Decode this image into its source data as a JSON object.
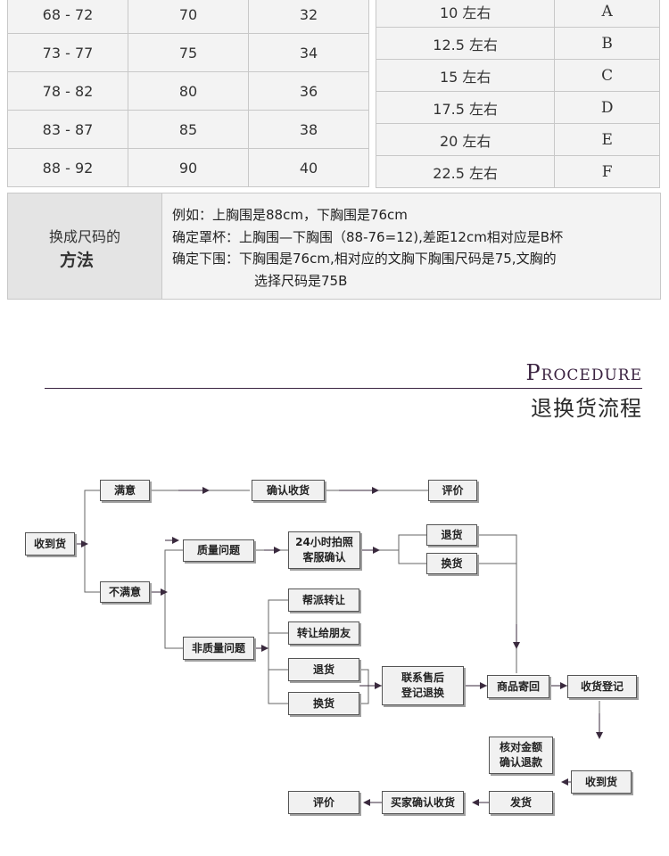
{
  "size_table_left": {
    "rows": [
      [
        "68 - 72",
        "70",
        "32"
      ],
      [
        "73 - 77",
        "75",
        "34"
      ],
      [
        "78 - 82",
        "80",
        "36"
      ],
      [
        "83 - 87",
        "85",
        "38"
      ],
      [
        "88 - 92",
        "90",
        "40"
      ]
    ]
  },
  "size_table_right": {
    "rows": [
      [
        "10 左右",
        "A"
      ],
      [
        "12.5 左右",
        "B"
      ],
      [
        "15 左右",
        "C"
      ],
      [
        "17.5 左右",
        "D"
      ],
      [
        "20 左右",
        "E"
      ],
      [
        "22.5 左右",
        "F"
      ]
    ]
  },
  "method": {
    "label_line1": "换成尺码的",
    "label_line2": "方法",
    "line1": "例如：上胸围是88cm，下胸围是76cm",
    "line2": "确定罩杯：上胸围—下胸围（88-76=12),差距12cm相对应是B杯",
    "line3": "确定下围：下胸围是76cm,相对应的文胸下胸围尺码是75,文胸的",
    "line4": "选择尺码是75B"
  },
  "procedure": {
    "title_en": "Procedure",
    "title_cn": "退换货流程"
  },
  "flow": {
    "receive": "收到货",
    "satisfied": "满意",
    "confirm_receipt": "确认收货",
    "review_top": "评价",
    "unsatisfied": "不满意",
    "quality_issue": "质量问题",
    "photo_line1": "24小时拍照",
    "photo_line2": "客服确认",
    "return_top": "退货",
    "exchange_top": "换货",
    "non_quality_issue": "非质量问题",
    "help_transfer": "帮派转让",
    "transfer_friend": "转让给朋友",
    "return_mid": "退货",
    "exchange_mid": "换货",
    "contact_line1": "联系售后",
    "contact_line2": "登记退换",
    "send_back": "商品寄回",
    "register_receipt": "收货登记",
    "verify_line1": "核对金额",
    "verify_line2": "确认退款",
    "received_bottom": "收到货",
    "ship": "发货",
    "buyer_confirm": "买家确认收货",
    "review_bottom": "评价"
  }
}
